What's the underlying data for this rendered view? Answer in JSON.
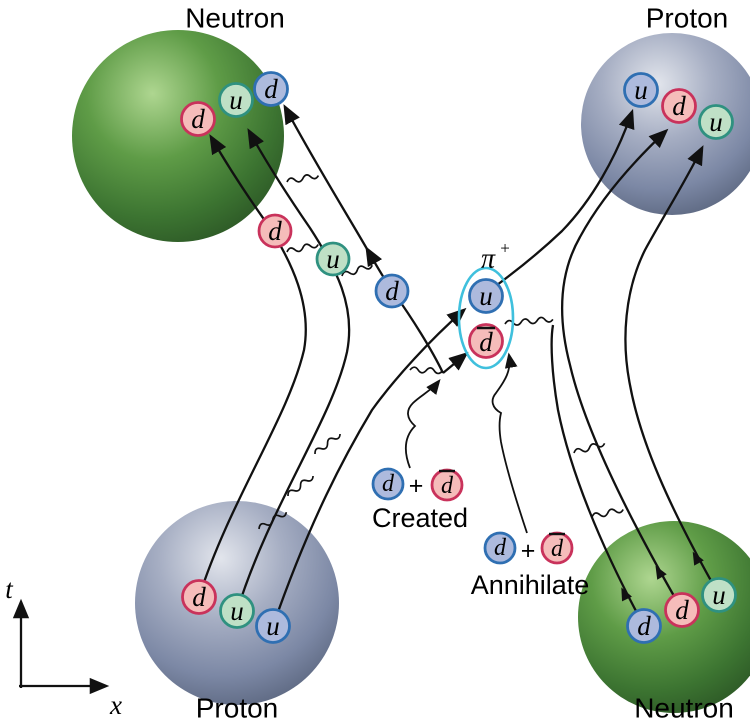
{
  "diagram": {
    "nucleons": {
      "top_left": {
        "label": "Neutron",
        "quarks": [
          "d",
          "u",
          "d"
        ]
      },
      "top_right": {
        "label": "Proton",
        "quarks": [
          "u",
          "d",
          "u"
        ]
      },
      "bottom_left": {
        "label": "Proton",
        "quarks": [
          "d",
          "u",
          "u"
        ]
      },
      "bottom_right": {
        "label": "Neutron",
        "quarks": [
          "d",
          "d",
          "u"
        ]
      }
    },
    "transferred_quarks": [
      "d",
      "u",
      "d"
    ],
    "pion": {
      "symbol": "π",
      "charge_sup": "+",
      "quark_up": "u",
      "quark_antidown": "d"
    },
    "created_pair": {
      "first": "d",
      "plus": "+",
      "second": "d",
      "caption": "Created"
    },
    "annihilated_pair": {
      "first": "d",
      "plus": "+",
      "second": "d",
      "caption": "Annihilate"
    },
    "axes": {
      "time_label": "t",
      "space_label": "x"
    },
    "colors": {
      "color_charge_red_fill": "#f5bcba",
      "color_charge_red_stroke": "#c9325b",
      "color_charge_green_fill": "#bfe0c6",
      "color_charge_green_stroke": "#2f9180",
      "color_charge_blue_fill": "#adbadd",
      "color_charge_blue_stroke": "#2f6fb2",
      "pion_ring": "#3fc0dd",
      "neutron_sphere": "#4e8c3c",
      "proton_sphere": "#8e99b3",
      "line_color": "#111111"
    }
  }
}
